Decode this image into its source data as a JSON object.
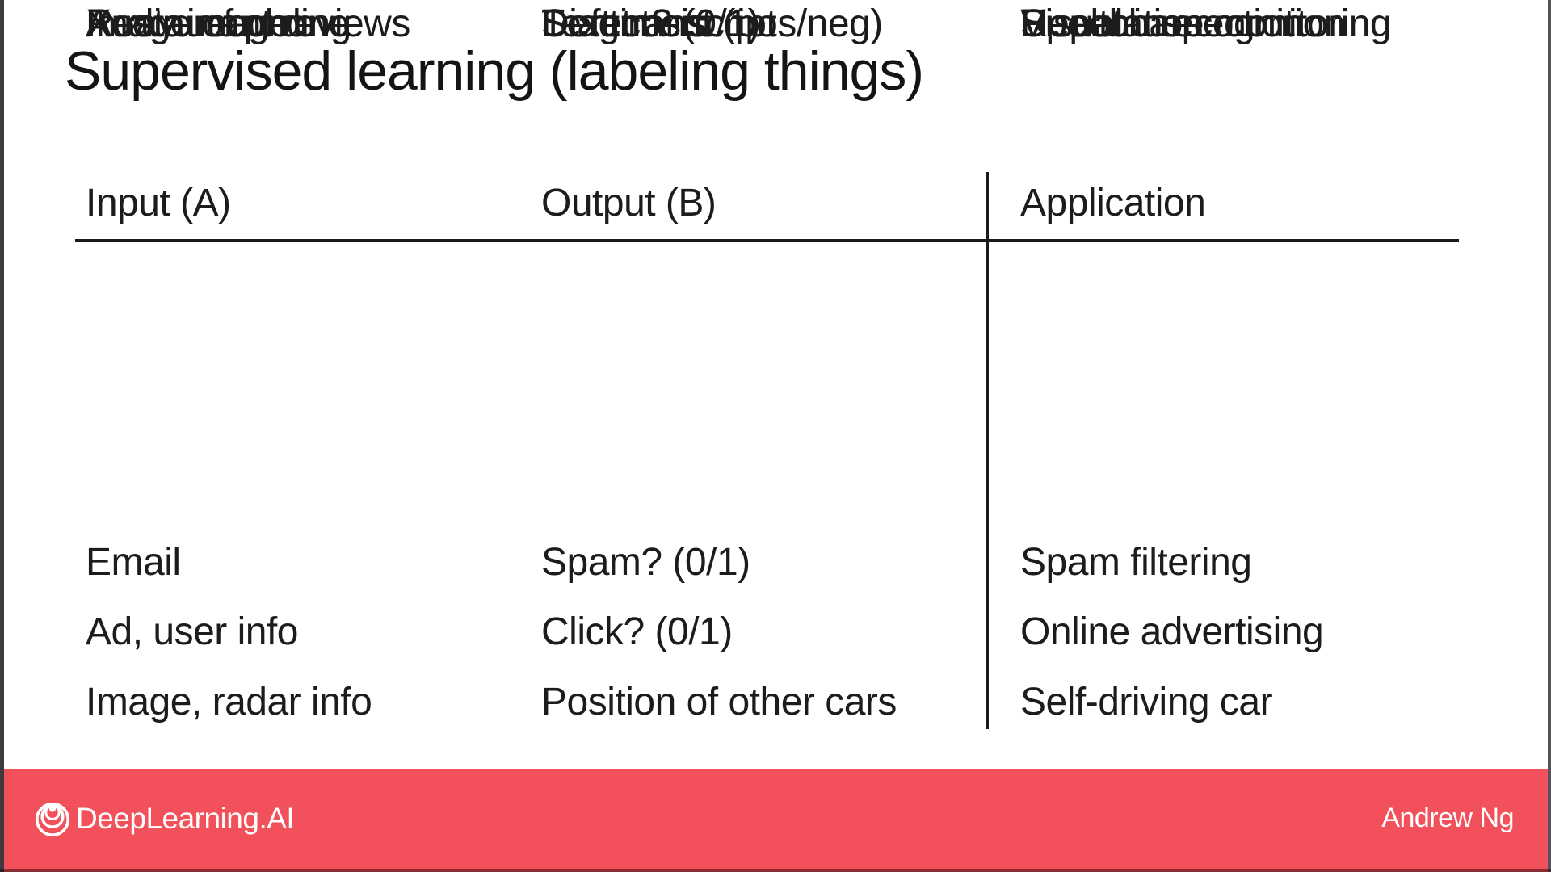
{
  "slide": {
    "title": "Supervised learning (labeling things)"
  },
  "table": {
    "headers": [
      "Input (A)",
      "Output (B)",
      "Application"
    ],
    "rows": [
      {
        "input": "Email",
        "output": "Spam? (0/1)",
        "application": "Spam filtering"
      },
      {
        "input": "Ad, user info",
        "output": "Click? (0/1)",
        "application": "Online advertising"
      },
      {
        "input": "Image, radar info",
        "output": "Position of other cars",
        "application": "Self-driving car"
      },
      {
        "input": "X-ray image",
        "output": "Diagnosis",
        "application": "Healthcare"
      },
      {
        "input": "Image of phone",
        "output": "Defect? (0/1)",
        "application": "Visual inspection"
      },
      {
        "input": "Audio recording",
        "output": "Text transcript",
        "application": "Speech recognition"
      },
      {
        "input": "Restaurant reviews",
        "output": "Sentiment (pos/neg)",
        "application": "Reputation monitoring"
      }
    ]
  },
  "footer": {
    "brand": "DeepLearning.AI",
    "author": "Andrew Ng"
  },
  "icons": {
    "logo": "deeplearning-ai-logo"
  },
  "colors": {
    "accent_red": "#F2505A",
    "text": "#1C1C1C",
    "line": "#1A1A1A",
    "footer_text": "#FFFFFF"
  }
}
